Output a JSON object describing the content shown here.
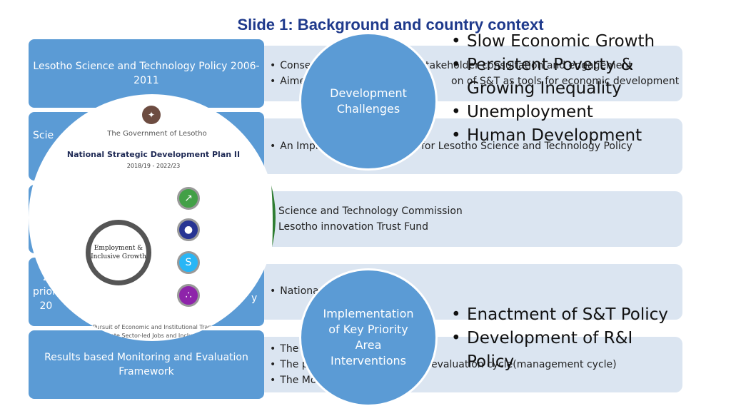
{
  "slide": {
    "title": "Slide 1: Background and country context"
  },
  "rows": [
    {
      "label": "Lesotho Science and Technology Policy 2006-2011",
      "bullets": [
        "Conse",
        "Aime"
      ]
    },
    {
      "label": "Scie",
      "bullets": [
        "An Impl"
      ]
    },
    {
      "label": "",
      "bullets": []
    },
    {
      "label": "2\npriori\n20",
      "bullets": [
        "Nationa"
      ]
    },
    {
      "label": "Results based Monitoring and Evaluation Framework",
      "bullets": [
        "The",
        "The p",
        "The Mo"
      ]
    }
  ],
  "bar_texts": {
    "r1a": "takeholder consultation and engagement",
    "r1b": "on of S&T as tools for economic development",
    "r2": "for Lesotho Science and Technology Policy",
    "r3a": "Science and Technology Commission",
    "r3b": "Lesotho innovation Trust Fund",
    "r5b": "evaluation cycle(management cycle)",
    "r4_right": "y"
  },
  "circles": {
    "development": "Development Challenges",
    "implementation": "Implementation of Key Priority Area Interventions"
  },
  "challenges": [
    "Slow Economic Growth",
    "Persistent Poverty &",
    "Growing Inequality",
    "Unemployment",
    "Human Development"
  ],
  "interventions": [
    "Enactment of S&T Policy",
    "Development of R&I",
    "Policy"
  ],
  "document": {
    "government": "The Government of Lesotho",
    "plan_title": "National Strategic Development Plan II",
    "years": "2018/19 - 2022/23",
    "center": "Employment & Inclusive Growth",
    "footer1": "In Pursuit of Economic and Institutional Transfor",
    "footer2": "Private Sector-led Jobs and Inclusive"
  },
  "colors": {
    "title": "#1f3a8c",
    "label_box": "#5b9bd5",
    "bar": "#dbe5f1",
    "green_arc": "#2e7d32"
  }
}
